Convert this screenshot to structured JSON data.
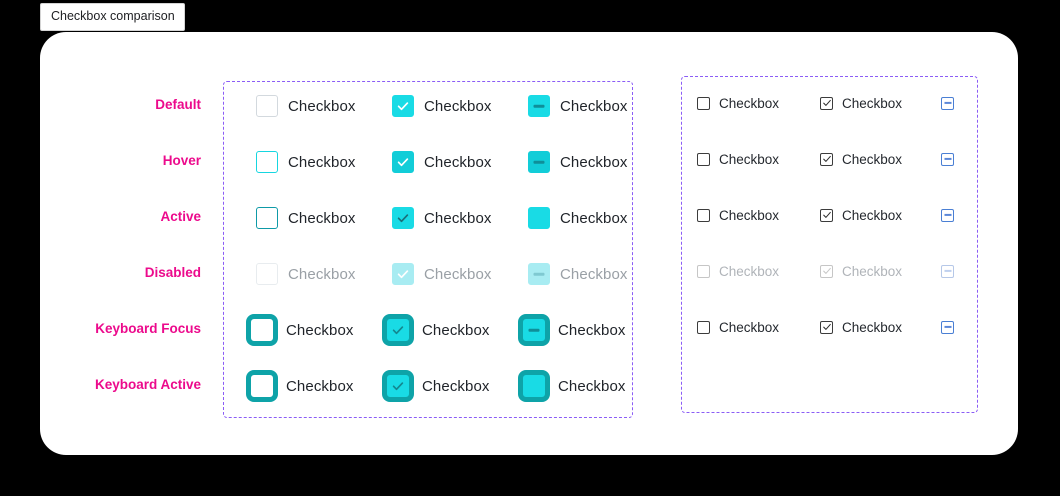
{
  "tooltip": {
    "text": "Checkbox comparison"
  },
  "colors": {
    "background": "#000000",
    "card": "#ffffff",
    "group_border": "#8b5cf6",
    "label_pink": "#ec0a8c",
    "accent_cyan": "#19dbe5",
    "focus_teal": "#0ea3a8",
    "native_blue": "#4a7fd4",
    "text": "#1f2329",
    "text_disabled": "#9aa0a6"
  },
  "state_labels": [
    {
      "id": "default",
      "label": "Default"
    },
    {
      "id": "hover",
      "label": "Hover"
    },
    {
      "id": "active",
      "label": "Active"
    },
    {
      "id": "disabled",
      "label": "Disabled"
    },
    {
      "id": "keyboard-focus",
      "label": "Keyboard Focus"
    },
    {
      "id": "keyboard-active",
      "label": "Keyboard Active"
    }
  ],
  "checkbox_label": "Checkbox",
  "custom_group": {
    "name": "custom-checkbox-group",
    "columns": [
      "unchecked",
      "checked",
      "indeterminate"
    ],
    "rows": [
      {
        "state": "Default",
        "cells": [
          {
            "variant": "unchecked",
            "label": "Checkbox"
          },
          {
            "variant": "checked",
            "label": "Checkbox"
          },
          {
            "variant": "indeterminate",
            "label": "Checkbox"
          }
        ]
      },
      {
        "state": "Hover",
        "cells": [
          {
            "variant": "unchecked",
            "label": "Checkbox"
          },
          {
            "variant": "checked",
            "label": "Checkbox"
          },
          {
            "variant": "indeterminate",
            "label": "Checkbox"
          }
        ]
      },
      {
        "state": "Active",
        "cells": [
          {
            "variant": "unchecked",
            "label": "Checkbox"
          },
          {
            "variant": "checked",
            "label": "Checkbox"
          },
          {
            "variant": "indeterminate",
            "label": "Checkbox"
          }
        ]
      },
      {
        "state": "Disabled",
        "cells": [
          {
            "variant": "unchecked",
            "label": "Checkbox"
          },
          {
            "variant": "checked",
            "label": "Checkbox"
          },
          {
            "variant": "indeterminate",
            "label": "Checkbox"
          }
        ]
      },
      {
        "state": "Keyboard Focus",
        "cells": [
          {
            "variant": "unchecked",
            "label": "Checkbox"
          },
          {
            "variant": "checked",
            "label": "Checkbox"
          },
          {
            "variant": "indeterminate",
            "label": "Checkbox"
          }
        ]
      },
      {
        "state": "Keyboard Active",
        "cells": [
          {
            "variant": "unchecked",
            "label": "Checkbox"
          },
          {
            "variant": "checked",
            "label": "Checkbox"
          },
          {
            "variant": "indeterminate",
            "label": "Checkbox"
          }
        ]
      }
    ]
  },
  "native_group": {
    "name": "native-checkbox-group",
    "columns": [
      "unchecked",
      "checked",
      "indeterminate"
    ],
    "rows": [
      {
        "state": "Default",
        "cells": [
          {
            "variant": "unchecked",
            "label": "Checkbox"
          },
          {
            "variant": "checked",
            "label": "Checkbox"
          },
          {
            "variant": "indeterminate",
            "label": ""
          }
        ]
      },
      {
        "state": "Hover",
        "cells": [
          {
            "variant": "unchecked",
            "label": "Checkbox"
          },
          {
            "variant": "checked",
            "label": "Checkbox"
          },
          {
            "variant": "indeterminate",
            "label": ""
          }
        ]
      },
      {
        "state": "Active",
        "cells": [
          {
            "variant": "unchecked",
            "label": "Checkbox"
          },
          {
            "variant": "checked",
            "label": "Checkbox"
          },
          {
            "variant": "indeterminate",
            "label": ""
          }
        ]
      },
      {
        "state": "Disabled",
        "cells": [
          {
            "variant": "unchecked",
            "label": "Checkbox"
          },
          {
            "variant": "checked",
            "label": "Checkbox"
          },
          {
            "variant": "indeterminate",
            "label": ""
          }
        ]
      },
      {
        "state": "Keyboard Focus",
        "cells": [
          {
            "variant": "unchecked",
            "label": "Checkbox"
          },
          {
            "variant": "checked",
            "label": "Checkbox"
          },
          {
            "variant": "indeterminate",
            "label": ""
          }
        ]
      }
    ]
  }
}
